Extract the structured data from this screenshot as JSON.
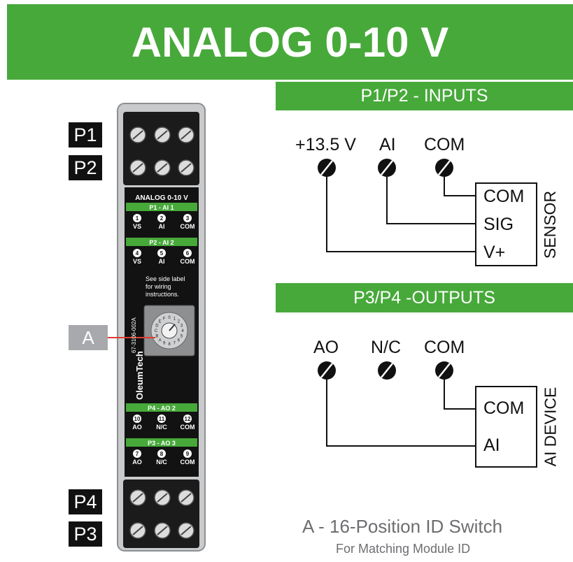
{
  "title": "ANALOG 0-10 V",
  "inputs": {
    "header": "P1/P2 - INPUTS",
    "terminals": [
      "+13.5 V",
      "AI",
      "COM"
    ],
    "device_pins": [
      "COM",
      "SIG",
      "V+"
    ],
    "device_name": "SENSOR"
  },
  "outputs": {
    "header": "P3/P4 -OUTPUTS",
    "terminals": [
      "AO",
      "N/C",
      "COM"
    ],
    "device_pins": [
      "COM",
      "AI"
    ],
    "device_name": "AI DEVICE"
  },
  "connectors": [
    "P1",
    "P2",
    "P4",
    "P3"
  ],
  "switch_label": "A",
  "caption": {
    "line1": "A - 16-Position ID Switch",
    "line2": "For Matching Module ID"
  },
  "module": {
    "title": "ANALOG 0-10 V",
    "p1_band": "P1 - AI 1",
    "p2_band": "P2 - AI 2",
    "p4_band": "P4 - AO 2",
    "p3_band": "P3 - AO 3",
    "row1": [
      {
        "n": "1",
        "t": "VS"
      },
      {
        "n": "2",
        "t": "AI"
      },
      {
        "n": "3",
        "t": "COM"
      }
    ],
    "row2": [
      {
        "n": "4",
        "t": "VS"
      },
      {
        "n": "5",
        "t": "AI"
      },
      {
        "n": "6",
        "t": "COM"
      }
    ],
    "row3": [
      {
        "n": "10",
        "t": "AO"
      },
      {
        "n": "11",
        "t": "N/C"
      },
      {
        "n": "12",
        "t": "COM"
      }
    ],
    "row4": [
      {
        "n": "7",
        "t": "AO"
      },
      {
        "n": "8",
        "t": "N/C"
      },
      {
        "n": "9",
        "t": "COM"
      }
    ],
    "note": [
      "See side label",
      "for wiring",
      "instructions."
    ],
    "brand": "OleumTech",
    "part_number": "67-3106-002A",
    "dial_digits": [
      "0",
      "1",
      "2",
      "3",
      "4",
      "5",
      "6",
      "7",
      "8",
      "9",
      "A",
      "B",
      "C",
      "D",
      "E",
      "F"
    ]
  },
  "colors": {
    "green": "#47a93a",
    "black": "#111111",
    "grey": "#a7a9ac",
    "red": "#e03c31"
  }
}
